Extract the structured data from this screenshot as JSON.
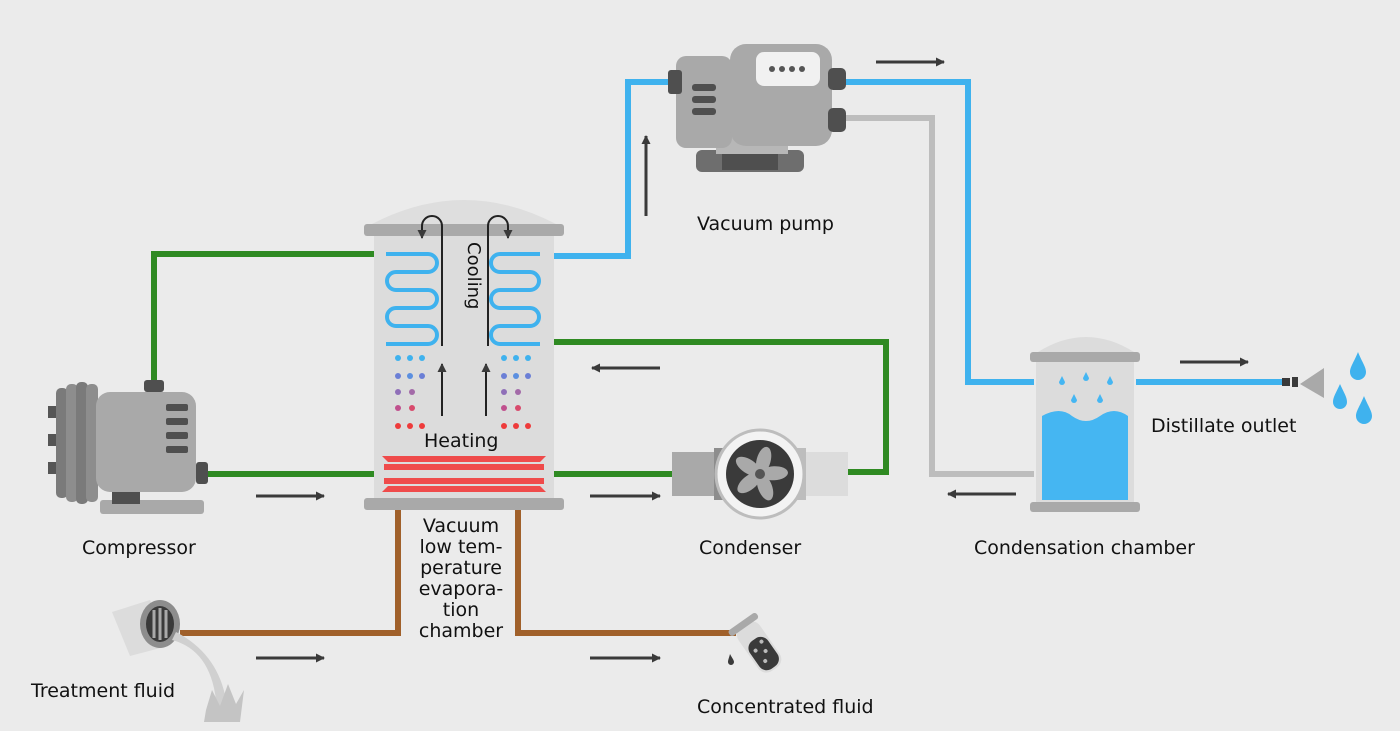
{
  "labels": {
    "vacuum_pump": "Vacuum pump",
    "cooling": "Cooling",
    "heating": "Heating",
    "compressor": "Compressor",
    "condenser": "Condenser",
    "condensation_chamber": "Condensation chamber",
    "distillate_outlet": "Distillate outlet",
    "treatment_fluid": "Treatment fluid",
    "concentrated_fluid": "Concentrated fluid",
    "chamber_lines": [
      "Vacuum",
      "low tem-",
      "perature",
      "evapora-",
      "tion",
      "chamber"
    ]
  },
  "colors": {
    "background": "#ebebeb",
    "cold_pipe": "#3fb2ee",
    "refrigerant_pipe": "#2f8a22",
    "fluid_pipe": "#a0602a",
    "return_pipe": "#bdbdbd",
    "heater": "#ef4b4b",
    "water": "#45b6f2",
    "equipment_gray": "#a9a9a9",
    "arrow": "#3a3a3a"
  },
  "icons": [
    "vacuum-pump-icon",
    "compressor-icon",
    "condenser-fan-icon",
    "condensation-tank-icon",
    "spray-nozzle-icon",
    "water-drop-icon",
    "pouring-barrel-icon",
    "test-tube-icon"
  ]
}
